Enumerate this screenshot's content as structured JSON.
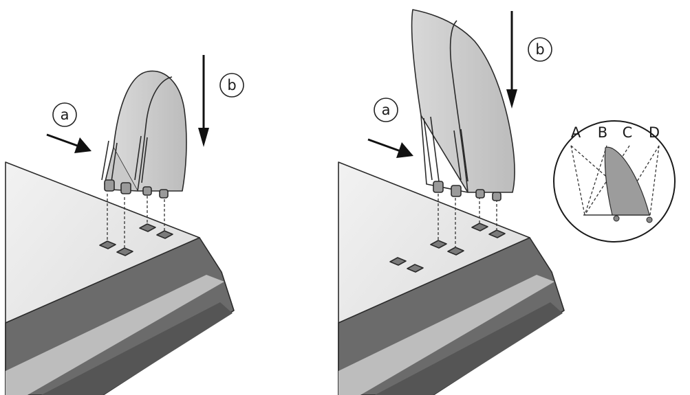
{
  "left_panel": {
    "callout_a": "a",
    "callout_b": "b"
  },
  "right_panel": {
    "callout_a": "a",
    "callout_b": "b",
    "inset": {
      "positions": [
        "A",
        "B",
        "C",
        "D"
      ]
    }
  },
  "colors": {
    "body_dark": "#6e6e6e",
    "body_light": "#e2e2e2",
    "fin_fill": "#bdbdbd",
    "stripe": "#bfbfbf",
    "slot_fill": "#7a7a7a"
  }
}
